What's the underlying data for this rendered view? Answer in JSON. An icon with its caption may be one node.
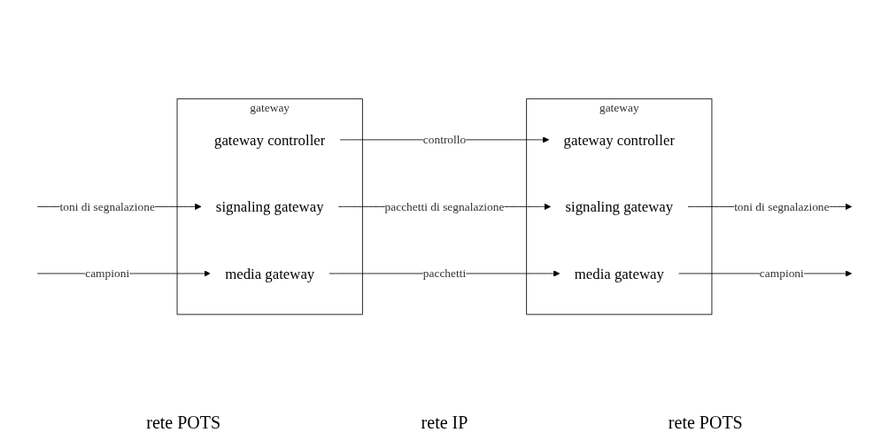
{
  "diagram": {
    "nodes": [
      {
        "text": [
          "gateway"
        ]
      },
      {
        "text": [
          "gateway controller"
        ],
        "in": 0
      },
      {
        "text": [
          "signaling gateway"
        ],
        "in": 0
      },
      {
        "text": [
          "media gateway"
        ],
        "in": 0
      },
      {
        "text": [
          "gateway"
        ]
      },
      {
        "text": [
          "gateway controller"
        ],
        "in": 4
      },
      {
        "text": [
          "signaling gateway"
        ],
        "in": 4
      },
      {
        "text": [
          "media gateway"
        ],
        "in": 4
      }
    ],
    "edges": [
      {
        "from": 1,
        "to": 5,
        "arrow": "to",
        "label": "controllo"
      },
      {
        "from": null,
        "to": 2,
        "arrow": "to",
        "label": "toni di segnalazione"
      },
      {
        "from": 2,
        "to": 6,
        "arrow": "to",
        "label": "pacchetti di segnalazione"
      },
      {
        "from": 6,
        "to": null,
        "arrow": "to",
        "label": "toni di segnalazione"
      },
      {
        "from": null,
        "to": 3,
        "arrow": "to",
        "label": "campioni"
      },
      {
        "from": 3,
        "to": 7,
        "arrow": "to",
        "label": "pacchetti"
      },
      {
        "from": 7,
        "to": null,
        "arrow": "to",
        "label": "campioni"
      }
    ],
    "labels": [
      "rete POTS",
      "rete IP",
      "rete POTS"
    ]
  }
}
